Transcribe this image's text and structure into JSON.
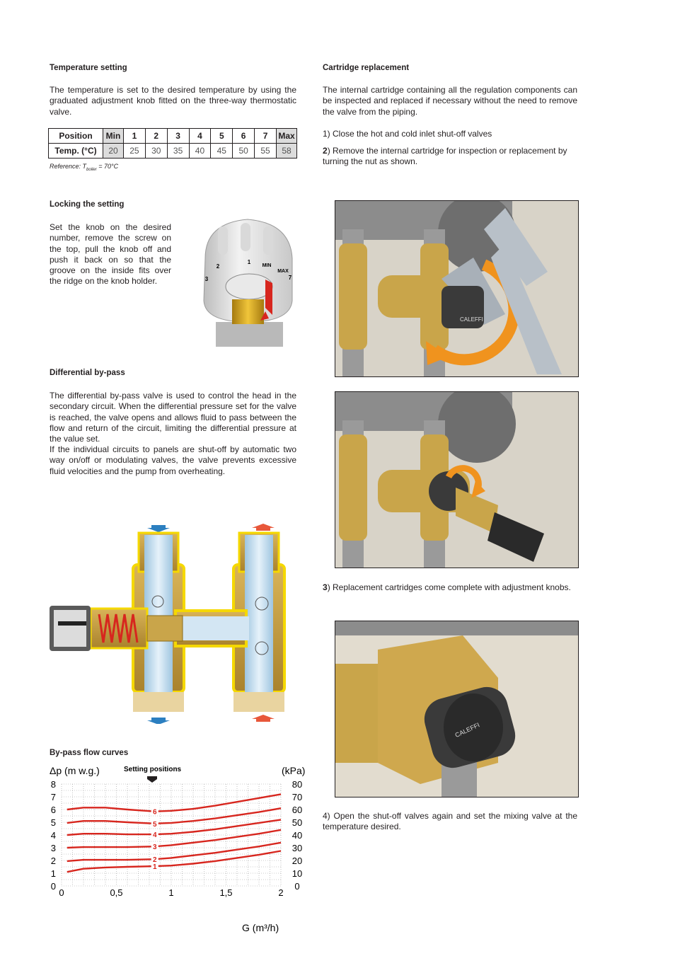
{
  "temperature_setting": {
    "heading": "Temperature setting",
    "text": "The temperature is set to the desired temperature by using the graduated adjustment knob fitted on the three-way thermostatic valve.",
    "table": {
      "position_label": "Position",
      "temp_label": "Temp. (°C)",
      "positions": [
        "Min",
        "1",
        "2",
        "3",
        "4",
        "5",
        "6",
        "7",
        "Max"
      ],
      "temps": [
        "20",
        "25",
        "30",
        "35",
        "40",
        "45",
        "50",
        "55",
        "58"
      ]
    },
    "reference_prefix": "Reference: T",
    "reference_sub": "boiler",
    "reference_suffix": " = 70°C"
  },
  "locking": {
    "heading": "Locking the setting",
    "text": "Set the knob on the desired number, remove the screw on the top, pull the knob off and push it back on so that the groove on the inside fits over the ridge on the knob holder.",
    "knob_marks": [
      "1",
      "MIN",
      "MAX",
      "2",
      "3",
      "7"
    ]
  },
  "differential": {
    "heading": "Differential by-pass",
    "text1": "The differential by-pass valve is used to control the head in the secondary circuit. When the differential pressure set for the valve is reached, the valve opens and allows fluid to pass between the flow and return of the circuit, limiting the differential pressure at the value set.",
    "text2": "If the individual circuits to panels are shut-off by automatic two way on/off or modulating valves, the valve prevents excessive fluid velocities and the pump from overheating."
  },
  "cartridge": {
    "heading": "Cartridge replacement",
    "text": "The internal cartridge containing all the regulation components can be inspected and replaced if necessary without the need to remove the valve from the piping.",
    "step1": "1) Close the hot and cold inlet shut-off valves",
    "step2_num": "2",
    "step2": ") Remove the internal cartridge for inspection or replacement by turning the nut as shown.",
    "step3_num": "3",
    "step3": ") Replacement cartridges come complete with adjustment knobs.",
    "step4": "4) Open the shut-off valves again and set the mixing valve at the temperature desired.",
    "brand_text": "CALEFFI"
  },
  "colors": {
    "curve": "#d7261e",
    "blue_arrow": "#2c7fc0",
    "red_arrow": "#e8573a",
    "orange_arrow": "#f0931e",
    "brass": "#c9a54a",
    "yellow_outline": "#f5d800"
  },
  "flow_chart": {
    "heading": "By-pass flow curves",
    "setting_positions_label": "Setting positions",
    "left_axis_label": "Δp (m w.g.)",
    "right_axis_label": "(kPa)",
    "x_axis_label": "G (m³/h)",
    "x_ticks": [
      "0",
      "0,5",
      "1",
      "1,5",
      "2"
    ],
    "left_ticks": [
      "0",
      "1",
      "2",
      "3",
      "4",
      "5",
      "6",
      "7",
      "8"
    ],
    "right_ticks": [
      "0",
      "10",
      "20",
      "30",
      "40",
      "50",
      "60",
      "70",
      "80"
    ]
  },
  "chart_data": {
    "type": "line",
    "xlabel": "G (m³/h)",
    "ylabel": "Δp (m w.g.)",
    "y2label": "(kPa)",
    "xlim": [
      0,
      2
    ],
    "ylim": [
      0,
      8
    ],
    "y2lim": [
      0,
      80
    ],
    "grid": true,
    "marker_x": 0.85,
    "series": [
      {
        "name": "1",
        "x": [
          0.05,
          0.2,
          0.4,
          0.6,
          0.85,
          1.0,
          1.2,
          1.4,
          1.6,
          1.8,
          2.0
        ],
        "y": [
          1.1,
          1.35,
          1.45,
          1.5,
          1.55,
          1.6,
          1.75,
          1.95,
          2.2,
          2.45,
          2.75
        ]
      },
      {
        "name": "2",
        "x": [
          0.05,
          0.2,
          0.4,
          0.6,
          0.85,
          1.0,
          1.2,
          1.4,
          1.6,
          1.8,
          2.0
        ],
        "y": [
          1.95,
          2.05,
          2.05,
          2.05,
          2.1,
          2.2,
          2.4,
          2.6,
          2.85,
          3.1,
          3.4
        ]
      },
      {
        "name": "3",
        "x": [
          0.05,
          0.2,
          0.4,
          0.6,
          0.85,
          1.0,
          1.2,
          1.4,
          1.6,
          1.8,
          2.0
        ],
        "y": [
          3.0,
          3.05,
          3.05,
          3.05,
          3.1,
          3.2,
          3.4,
          3.6,
          3.85,
          4.1,
          4.4
        ]
      },
      {
        "name": "4",
        "x": [
          0.05,
          0.2,
          0.4,
          0.6,
          0.85,
          1.0,
          1.2,
          1.4,
          1.6,
          1.8,
          2.0
        ],
        "y": [
          4.0,
          4.1,
          4.1,
          4.05,
          4.05,
          4.1,
          4.25,
          4.45,
          4.7,
          4.95,
          5.2
        ]
      },
      {
        "name": "5",
        "x": [
          0.05,
          0.2,
          0.4,
          0.6,
          0.85,
          1.0,
          1.2,
          1.4,
          1.6,
          1.8,
          2.0
        ],
        "y": [
          4.95,
          5.1,
          5.1,
          5.0,
          4.9,
          4.95,
          5.1,
          5.3,
          5.55,
          5.8,
          6.1
        ]
      },
      {
        "name": "6",
        "x": [
          0.05,
          0.2,
          0.4,
          0.6,
          0.85,
          1.0,
          1.2,
          1.4,
          1.6,
          1.8,
          2.0
        ],
        "y": [
          6.0,
          6.15,
          6.15,
          6.0,
          5.85,
          5.9,
          6.05,
          6.3,
          6.6,
          6.9,
          7.2
        ]
      }
    ]
  }
}
